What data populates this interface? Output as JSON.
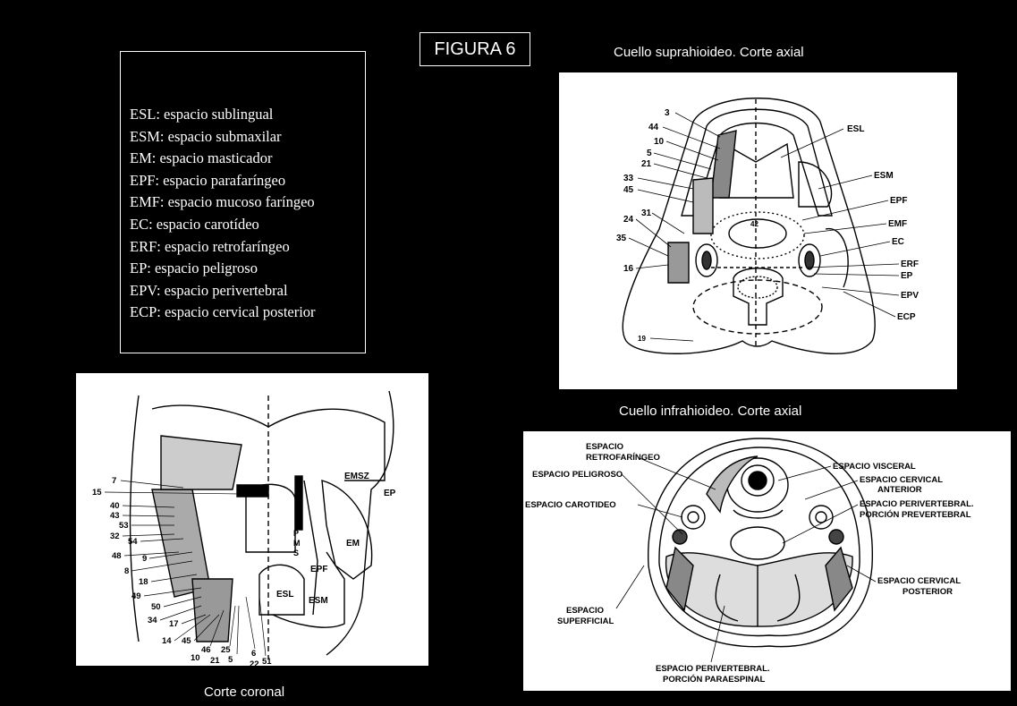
{
  "figure_title": "FIGURA 6",
  "legend": [
    "ESL: espacio sublingual",
    "ESM: espacio submaxilar",
    "EM: espacio masticador",
    "EPF: espacio parafaríngeo",
    "EMF: espacio mucoso faríngeo",
    "EC: espacio carotídeo",
    "ERF: espacio retrofaríngeo",
    "EP: espacio peligroso",
    "EPV: espacio perivertebral",
    "ECP: espacio cervical posterior"
  ],
  "supra": {
    "caption": "Cuello suprahioideo. Corte axial",
    "num_labels": [
      "3",
      "44",
      "10",
      "5",
      "21",
      "33",
      "45",
      "31",
      "24",
      "35",
      "16",
      "42",
      "19"
    ],
    "space_labels": [
      "ESL",
      "ESM",
      "EPF",
      "EMF",
      "EC",
      "ERF",
      "EP",
      "EPV",
      "ECP"
    ]
  },
  "coronal": {
    "caption": "Corte coronal",
    "num_labels": [
      "7",
      "15",
      "40",
      "43",
      "53",
      "32",
      "54",
      "48",
      "9",
      "8",
      "18",
      "49",
      "50",
      "34",
      "17",
      "14",
      "45",
      "46",
      "10",
      "21",
      "25",
      "5",
      "6",
      "22",
      "51"
    ],
    "space_labels": [
      "EMSZ",
      "EP",
      "EM",
      "EPF",
      "ESL",
      "ESM"
    ],
    "pms": [
      "P",
      "M",
      "S"
    ]
  },
  "infra": {
    "caption": "Cuello infrahioideo. Corte axial",
    "labels": [
      "ESPACIO",
      "RETROFARÍNGEO",
      "ESPACIO PELIGROSO",
      "ESPACIO CAROTIDEO",
      "ESPACIO VISCERAL",
      "ESPACIO CERVICAL",
      "ANTERIOR",
      "ESPACIO PERIVERTEBRAL.",
      "PORCIÓN PREVERTEBRAL",
      "ESPACIO CERVICAL",
      "POSTERIOR",
      "ESPACIO",
      "SUPERFICIAL",
      "ESPACIO PERIVERTEBRAL.",
      "PORCIÓN PARAESPINAL"
    ]
  }
}
